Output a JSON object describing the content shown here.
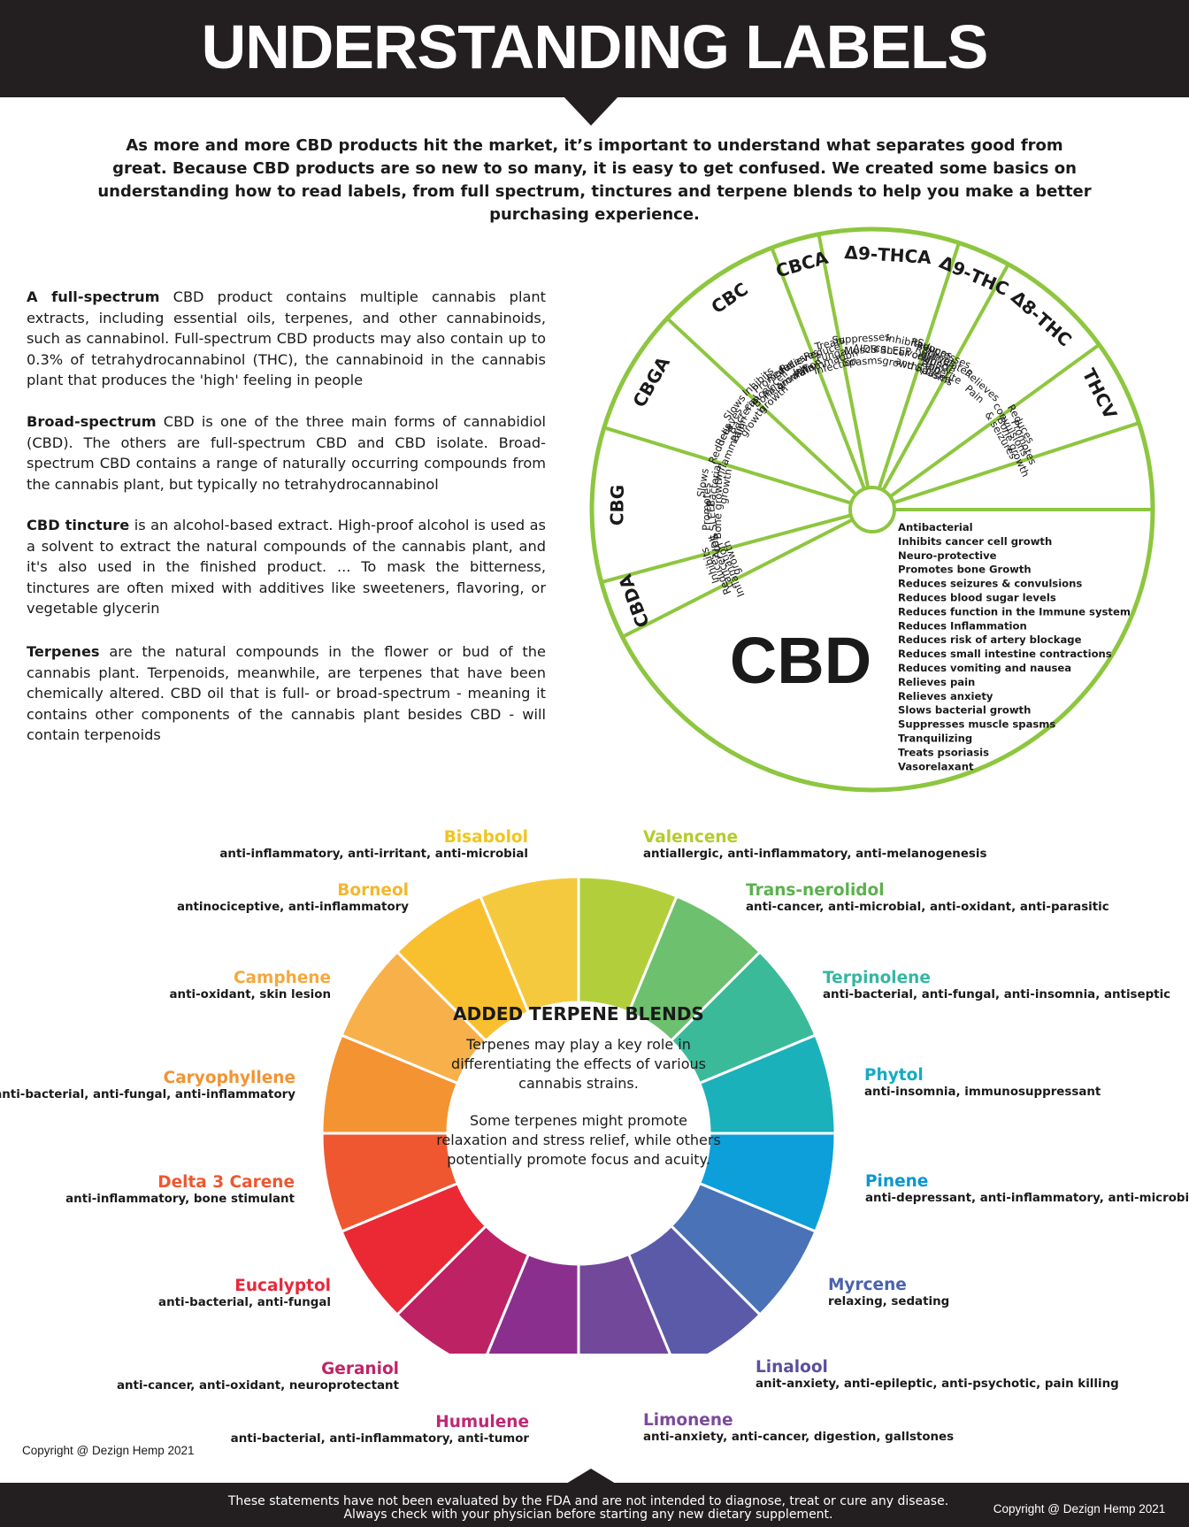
{
  "title": "UNDERSTANDING LABELS",
  "intro": "As more and more CBD products hit the market, it’s important to understand what separates good from great. Because CBD products are so new to so many, it is easy to get confused. We created some basics on understanding how to read labels, from full spectrum, tinctures and terpene blends to help you make a better purchasing experience.",
  "paragraphs": [
    {
      "term": "A full-spectrum",
      "text": " CBD product contains multiple cannabis plant extracts, including essential oils, terpenes, and other cannabinoids, such as cannabinol. Full-spectrum CBD products may also contain up to 0.3% of tetrahydrocannabinol (THC), the cannabinoid in the cannabis plant that produces the 'high' feeling in people"
    },
    {
      "term": "Broad-spectrum",
      "text": " CBD is one of the three main forms of cannabidiol (CBD). The others are full-spectrum CBD and CBD isolate. Broad-spectrum CBD contains a range of naturally occurring compounds from the cannabis plant, but typically no tetrahydrocannabinol"
    },
    {
      "term": "CBD tincture",
      "text": " is an alcohol-based extract. High-proof alcohol is used as a solvent to extract the natural compounds of the cannabis plant, and it's also used in the finished product. ... To mask the bitterness, tinctures are often mixed with additives like sweeteners, flavoring, or vegetable glycerin"
    },
    {
      "term": "Terpenes",
      "text": " are the natural compounds in the flower or bud of the cannabis plant. Terpenoids, meanwhile, are terpenes that have been chemically altered. CBD oil that is full- or broad-spectrum - meaning it contains other components of the cannabis plant besides CBD - will contain terpenoids"
    }
  ],
  "cannabinoid_wheel": {
    "ring_color": "#8dc63f",
    "cbd": {
      "label": "CBD",
      "effects": [
        "Antibacterial",
        "Inhibits cancer cell growth",
        "Neuro-protective",
        "Promotes bone Growth",
        "Reduces seizures & convulsions",
        "Reduces blood sugar levels",
        "Reduces function in the Immune system",
        "Reduces Inflammation",
        "Reduces risk of artery blockage",
        "Reduces small intestine contractions",
        "Reduces vomiting and nausea",
        "Relieves pain",
        "Relieves anxiety",
        "Slows bacterial growth",
        "Suppresses muscle spasms",
        "Tranquilizing",
        "Treats psoriasis",
        "Vasorelaxant"
      ]
    },
    "segments": [
      {
        "name": "CBDA",
        "effects": [
          "Reduces Inflamation",
          "Inhibits cancer cell growth"
        ]
      },
      {
        "name": "CBG",
        "effects": [
          "AIDS SLEEP",
          "Promotes Bone growth",
          "Slows Bacterial growth"
        ]
      },
      {
        "name": "CBGA",
        "effects": [
          "Reduces Inflammation",
          "Relieves Pain",
          "Slows Bacterial growth"
        ]
      },
      {
        "name": "CBC",
        "effects": [
          "Inhibits cancer cell growth",
          "Promotes Bone growth",
          "Reduces Inflammation",
          "Relieves Pain"
        ]
      },
      {
        "name": "CBCA",
        "effects": [
          "Reduce Inflammation",
          "Treats Fungal Infection"
        ]
      },
      {
        "name": "Δ9-THCA",
        "effects": [
          "Suppresses Muscle Spasms",
          "AIDS SLEEP",
          "Inhibits cancer cell growth"
        ]
      },
      {
        "name": "Δ9-THC",
        "effects": [
          "Reduces vomiting and nausea",
          "Relieves Pain",
          "Suppresses Muscle Spasms",
          "Stimulates appetite"
        ]
      },
      {
        "name": "Δ8-THC",
        "effects": [
          "Relieves Pain"
        ]
      },
      {
        "name": "THCV",
        "effects": [
          "Reduces convulsions & seizures",
          "Promotes Bone growth"
        ]
      }
    ]
  },
  "terpene_wheel": {
    "title": "ADDED TERPENE BLENDS",
    "text1": "Terpenes may play a key role in differentiating the effects of various cannabis strains.",
    "text2": "Some terpenes might promote relaxation and stress relief, while others potentially promote focus and acuity.",
    "terpenes": [
      {
        "name": "Valencene",
        "desc": "antiallergic, anti-inflammatory, anti-melanogenesis",
        "color": "#b2cf3b"
      },
      {
        "name": "Trans-nerolidol",
        "desc": "anti-cancer, anti-microbial, anti-oxidant, anti-parasitic",
        "color": "#6dc06e"
      },
      {
        "name": "Terpinolene",
        "desc": "anti-bacterial, anti-fungal, anti-insomnia, antiseptic",
        "color": "#3bba9a"
      },
      {
        "name": "Phytol",
        "desc": "anti-insomnia, immunosuppressant",
        "color": "#1ab1bb"
      },
      {
        "name": "Pinene",
        "desc": "anti-depressant, anti-inflammatory, anti-microbial",
        "color": "#0c9fd9"
      },
      {
        "name": "Myrcene",
        "desc": "relaxing, sedating",
        "color": "#4a72b6"
      },
      {
        "name": "Linalool",
        "desc": "anit-anxiety, anti-epileptic, anti-psychotic, pain killing",
        "color": "#5b5aa8"
      },
      {
        "name": "Limonene",
        "desc": "anti-anxiety, anti-cancer, digestion, gallstones",
        "color": "#72489a"
      },
      {
        "name": "Humulene",
        "desc": "anti-bacterial, anti-inflammatory, anti-tumor",
        "color": "#8b2f8e"
      },
      {
        "name": "Geraniol",
        "desc": "anti-cancer, anti-oxidant, neuroprotectant",
        "color": "#bc2264"
      },
      {
        "name": "Eucalyptol",
        "desc": "anti-bacterial, anti-fungal",
        "color": "#ea2934"
      },
      {
        "name": "Delta 3 Carene",
        "desc": "anti-inflammatory, bone stimulant",
        "color": "#ee5730"
      },
      {
        "name": "Caryophyllene",
        "desc": "anti-bacterial, anti-fungal, anti-inflammatory",
        "color": "#f39332"
      },
      {
        "name": "Camphene",
        "desc": "anti-oxidant, skin lesion",
        "color": "#f7b04a"
      },
      {
        "name": "Borneol",
        "desc": "antinociceptive, anti-inflammatory",
        "color": "#f8c02f"
      },
      {
        "name": "Bisabolol",
        "desc": "anti-inflammatory, anti-irritant, anti-microbial",
        "color": "#f4c93d"
      }
    ],
    "name_colors": {
      "Bisabolol": "#f0c51f",
      "Borneol": "#f4b72d",
      "Camphene": "#f5a83d",
      "Caryophyllene": "#f39332",
      "Delta 3 Carene": "#ee5730",
      "Eucalyptol": "#e8283a",
      "Geraniol": "#bf2467",
      "Humulene": "#c02775",
      "Valencene": "#b4cb2d",
      "Trans-nerolidol": "#5bb14d",
      "Terpinolene": "#34b7a2",
      "Phytol": "#15abc4",
      "Pinene": "#0b97d2",
      "Myrcene": "#4a63ae",
      "Linalool": "#5b4f9e",
      "Limonene": "#7a4a9c"
    }
  },
  "copyright": "Copyright @ Dezign Hemp 2021",
  "footer": {
    "disclaimer": "These statements have not been evaluated by the FDA and are not intended to diagnose, treat or cure any disease. Always check with your physician before starting any new dietary supplement.",
    "copyright": "Copyright @ Dezign Hemp 2021"
  }
}
